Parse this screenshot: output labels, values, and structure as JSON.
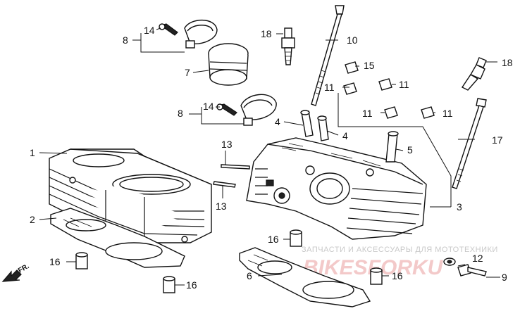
{
  "callouts": {
    "c1": "1",
    "c2": "2",
    "c3": "3",
    "c4a": "4",
    "c4b": "4",
    "c5": "5",
    "c6": "6",
    "c7": "7",
    "c8a": "8",
    "c8b": "8",
    "c9": "9",
    "c10": "10",
    "c11a": "11",
    "c11b": "11",
    "c11c": "11",
    "c11d": "11",
    "c12": "12",
    "c13a": "13",
    "c13b": "13",
    "c14a": "14",
    "c14b": "14",
    "c15": "15",
    "c16a": "16",
    "c16b": "16",
    "c16c": "16",
    "c16d": "16",
    "c17": "17",
    "c18a": "18",
    "c18b": "18"
  },
  "direction": {
    "label": "FR."
  },
  "watermark": {
    "text": "ЗАПЧАСТИ И АКСЕССУАРЫ ДЛЯ МОТОТЕХНИКИ",
    "logo": "BIKESFORKU"
  }
}
